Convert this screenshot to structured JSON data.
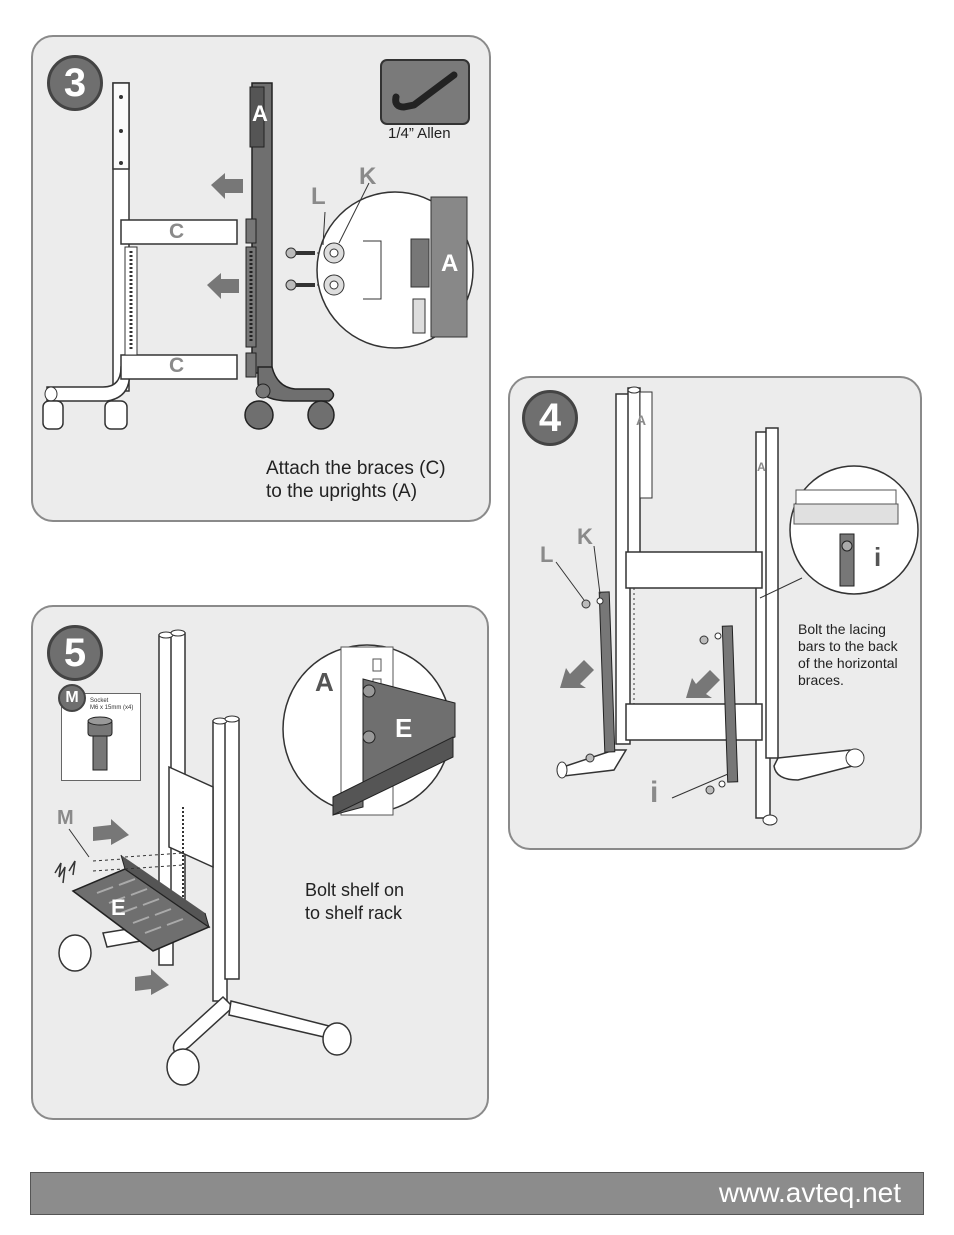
{
  "steps": [
    {
      "number": "3",
      "caption_line1": "Attach the braces (C)",
      "caption_line2": "to the uprights (A)",
      "tool": {
        "label": "1/4” Allen",
        "icon": "allen-key-icon"
      },
      "parts": {
        "upright": "A",
        "brace_top": "C",
        "brace_bottom": "C",
        "bolt": "L",
        "washer": "K",
        "detail_upright": "A"
      }
    },
    {
      "number": "4",
      "caption_line1": "Bolt the lacing",
      "caption_line2": "bars to the back",
      "caption_line3": "of the horizontal",
      "caption_line4": "braces.",
      "parts": {
        "upright_left": "A",
        "upright_right": "A",
        "bolt": "L",
        "washer": "K",
        "lacing_bar": "i",
        "detail_lacing_bar": "i"
      }
    },
    {
      "number": "5",
      "caption_line1": "Bolt shelf on",
      "caption_line2": "to shelf rack",
      "hardware": {
        "letter": "M",
        "name": "Socket",
        "spec": "M6 x 15mm (x4)"
      },
      "parts": {
        "screw": "M",
        "shelf": "E",
        "detail_upright": "A",
        "detail_shelf": "E"
      }
    }
  ],
  "footer": {
    "url": "www.avteq.net"
  },
  "colors": {
    "panel_bg": "#ececec",
    "panel_border": "#8a8a8a",
    "badge": "#6f6f6f",
    "footer_bg": "#8c8c8c"
  }
}
